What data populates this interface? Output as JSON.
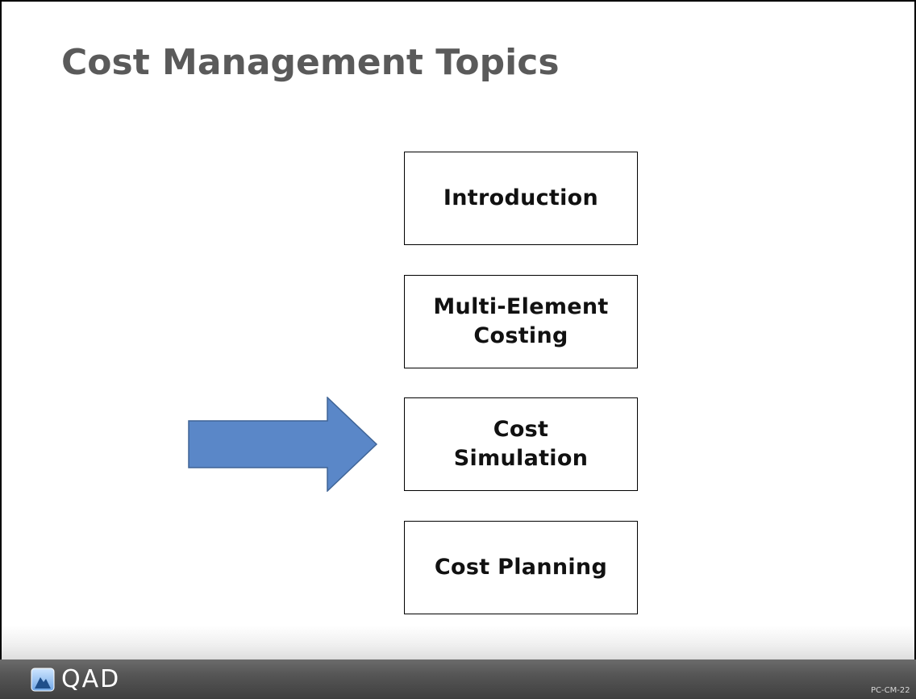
{
  "slide": {
    "title": "Cost Management Topics"
  },
  "topics": [
    {
      "label": "Introduction"
    },
    {
      "label": "Multi-Element\nCosting"
    },
    {
      "label": "Cost\nSimulation",
      "current": true
    },
    {
      "label": "Cost Planning"
    }
  ],
  "footer": {
    "logo_text": "QAD",
    "slide_code": "PC-CM-22"
  },
  "colors": {
    "title": "#5a5a5a",
    "arrow_fill": "#5a87c8",
    "arrow_stroke": "#3f6496",
    "footer_bar": "#4f4f4f"
  },
  "icons": {
    "current_topic_indicator": "right-arrow-icon",
    "logo": "qad-logo-icon"
  }
}
